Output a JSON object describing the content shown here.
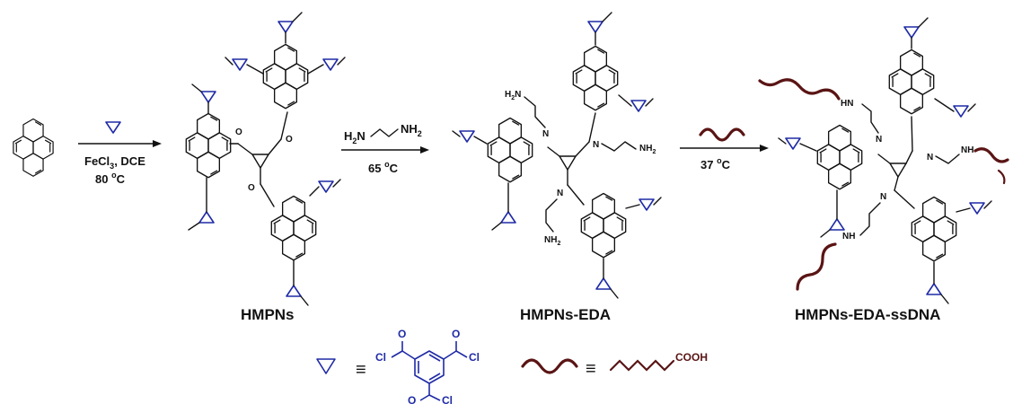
{
  "step1": {
    "cond1": "FeCl",
    "cond1_sub": "3",
    "cond1_rest": ", DCE",
    "temp": "80 ",
    "temp_sup": "o",
    "temp_unit": "C"
  },
  "step2": {
    "reagent_left": "H",
    "reagent_left_sub": "2",
    "reagent_left_rest": "N",
    "reagent_right": "NH",
    "reagent_right_sub": "2",
    "temp": "65 ",
    "temp_sup": "o",
    "temp_unit": "C"
  },
  "step3": {
    "temp": "37 ",
    "temp_sup": "o",
    "temp_unit": "C"
  },
  "products": {
    "p1": "HMPNs",
    "p2": "HMPNs-EDA",
    "p3": "HMPNs-EDA-ssDNA"
  },
  "atoms": {
    "O": "O",
    "N": "N",
    "NH2": "NH",
    "NH2_sub": "2",
    "H2N": "H",
    "H2N_sub": "2",
    "H2N_rest": "N",
    "HN": "HN",
    "NH": "NH"
  },
  "legend": {
    "equiv": "≡",
    "cl": "Cl",
    "o": "O",
    "cooh": "COOH"
  },
  "colors": {
    "linker": "#1f2aa6",
    "dna": "#5a1414"
  }
}
